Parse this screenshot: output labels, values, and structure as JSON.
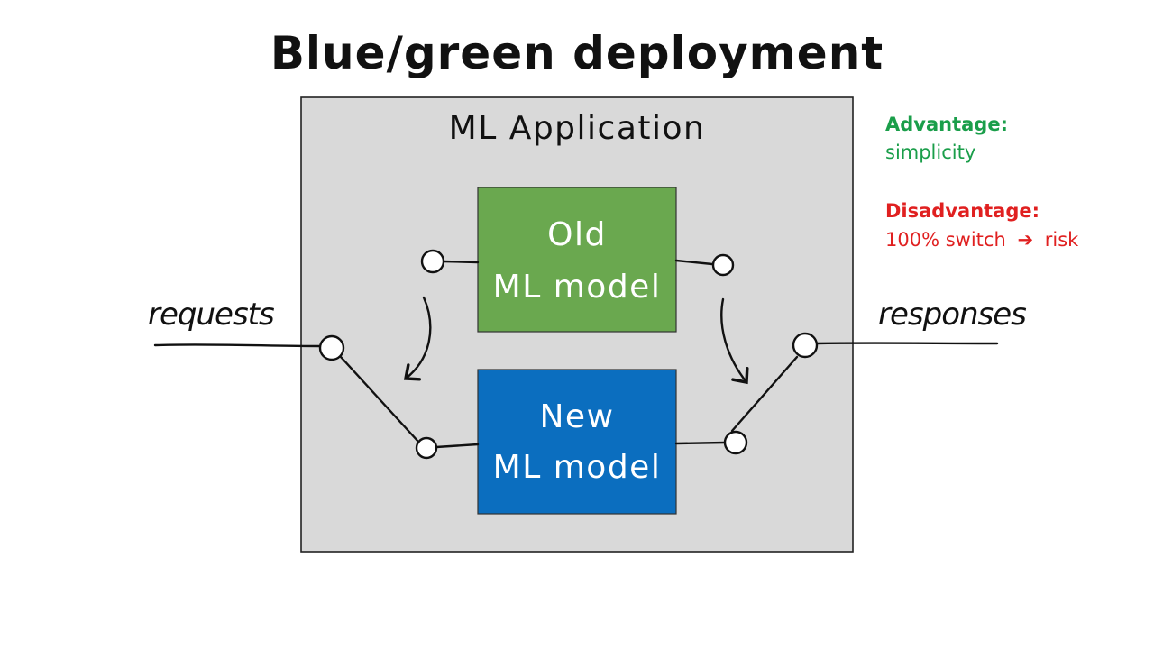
{
  "title": "Blue/green deployment",
  "application": {
    "label": "ML Application",
    "fill": "#d9d9d9"
  },
  "models": {
    "old": {
      "line1": "Old",
      "line2": "ML model",
      "color": "#6aa84f"
    },
    "new": {
      "line1": "New",
      "line2": "ML model",
      "color": "#0b6ebf"
    }
  },
  "io": {
    "requests": "requests",
    "responses": "responses"
  },
  "notes": {
    "advantage": {
      "heading": "Advantage:",
      "body": "simplicity",
      "color": "#1a9e4a"
    },
    "disadvantage": {
      "heading": "Disadvantage:",
      "body": "100% switch",
      "arrow": "➔",
      "suffix": "risk",
      "color": "#e02020"
    }
  }
}
